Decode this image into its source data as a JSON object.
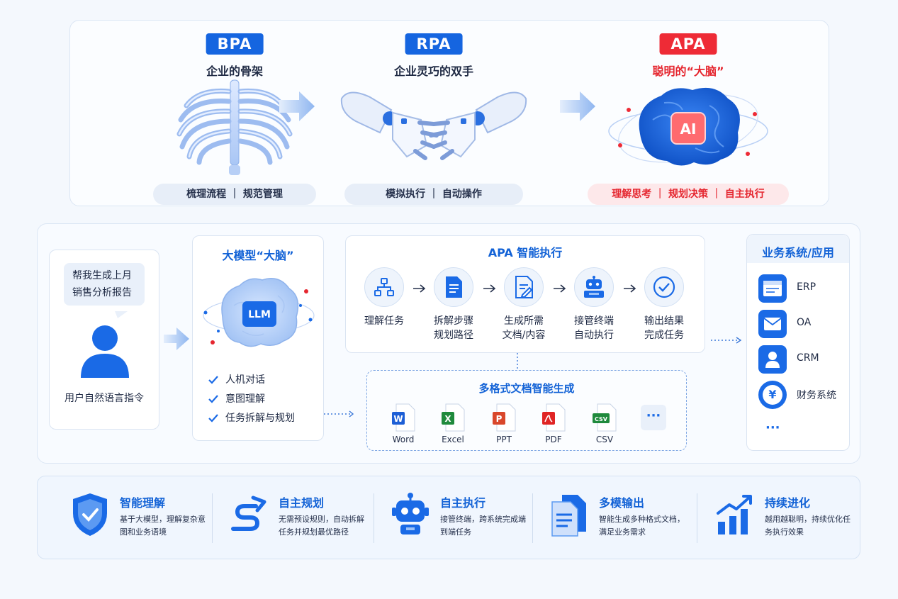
{
  "top": {
    "stages": [
      {
        "badge": "BPA",
        "subtitle": "企业的骨架",
        "pill": "梳理流程 ｜ 规范管理"
      },
      {
        "badge": "RPA",
        "subtitle": "企业灵巧的双手",
        "pill": "模拟执行 ｜ 自动操作"
      },
      {
        "badge": "APA",
        "subtitle": "聪明的“大脑”",
        "pill": "理解思考 ｜ 规划决策 ｜ 自主执行",
        "ai_label": "AI"
      }
    ]
  },
  "middle": {
    "user": {
      "bubble_line1": "帮我生成上月",
      "bubble_line2": "销售分析报告",
      "label": "用户自然语言指令"
    },
    "llm": {
      "title": "大模型“大脑”",
      "chip": "LLM",
      "checks": [
        "人机对话",
        "意图理解",
        "任务拆解与规划"
      ]
    },
    "apa": {
      "title": "APA 智能执行",
      "steps": [
        {
          "line1": "理解任务",
          "line2": ""
        },
        {
          "line1": "拆解步骤",
          "line2": "规划路径"
        },
        {
          "line1": "生成所需",
          "line2": "文档/内容"
        },
        {
          "line1": "接管终端",
          "line2": "自动执行"
        },
        {
          "line1": "输出结果",
          "line2": "完成任务"
        }
      ]
    },
    "docs": {
      "title": "多格式文档智能生成",
      "items": [
        {
          "label": "Word",
          "letter": "W",
          "color": "#1d5fd6"
        },
        {
          "label": "Excel",
          "letter": "X",
          "color": "#1f8a3c"
        },
        {
          "label": "PPT",
          "letter": "P",
          "color": "#d9472b"
        },
        {
          "label": "PDF",
          "letter": "",
          "color": "#e02424"
        },
        {
          "label": "CSV",
          "letter": "CSV",
          "color": "#1f8a3c"
        }
      ],
      "more": "···"
    },
    "systems": {
      "title": "业务系统/应用",
      "items": [
        {
          "label": "ERP",
          "icon": "window-icon"
        },
        {
          "label": "OA",
          "icon": "mail-icon"
        },
        {
          "label": "CRM",
          "icon": "person-icon"
        },
        {
          "label": "财务系统",
          "icon": "yen-icon"
        }
      ],
      "more": "···",
      "yen": "¥"
    }
  },
  "bottom": {
    "features": [
      {
        "title": "智能理解",
        "desc": "基于大模型，理解复杂意图和业务语境",
        "icon": "shield-check-icon"
      },
      {
        "title": "自主规划",
        "desc": "无需预设规则，自动拆解任务并规划最优路径",
        "icon": "route-icon"
      },
      {
        "title": "自主执行",
        "desc": "接管终端，跨系统完成端到端任务",
        "icon": "robot-icon"
      },
      {
        "title": "多模输出",
        "desc": "智能生成多种格式文档，满足业务需求",
        "icon": "documents-icon"
      },
      {
        "title": "持续进化",
        "desc": "越用越聪明，持续优化任务执行效果",
        "icon": "growth-chart-icon"
      }
    ]
  },
  "colors": {
    "primary": "#1565e0",
    "accent_red": "#ee2b36",
    "light_blue": "#e7eef8"
  }
}
